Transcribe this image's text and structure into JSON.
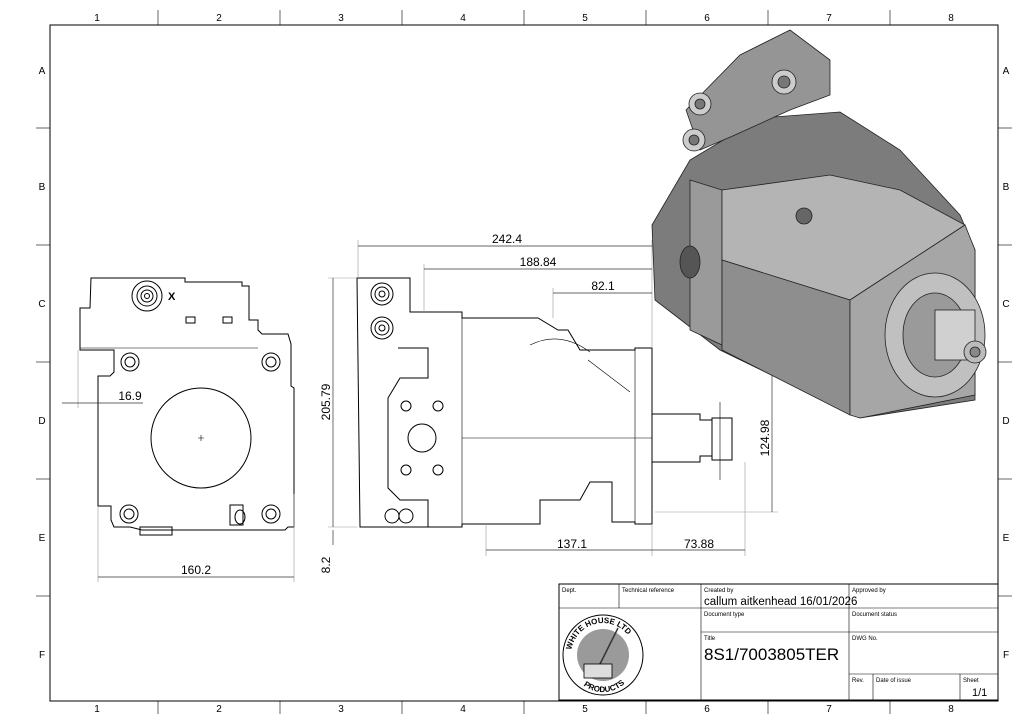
{
  "sheet": {
    "columns": [
      "1",
      "2",
      "3",
      "4",
      "5",
      "6",
      "7",
      "8"
    ],
    "rows": [
      "A",
      "B",
      "C",
      "D",
      "E",
      "F"
    ]
  },
  "dimensions": {
    "d_242_4": "242.4",
    "d_188_84": "188.84",
    "d_82_1": "82.1",
    "d_205_79": "205.79",
    "d_8_2": "8.2",
    "d_124_98": "124.98",
    "d_137_1": "137.1",
    "d_73_88": "73.88",
    "d_16_9": "16.9",
    "d_160_2": "160.2"
  },
  "port_label": "X",
  "title_block": {
    "dept_label": "Dept.",
    "tech_ref_label": "Technical reference",
    "created_by_label": "Created by",
    "created_by_value": "callum aitkenhead 16/01/2026",
    "approved_by_label": "Approved by",
    "doc_type_label": "Document type",
    "doc_status_label": "Document status",
    "title_label": "Title",
    "title_value": "8S1/7003805TER",
    "dwg_no_label": "DWG No.",
    "rev_label": "Rev.",
    "date_issue_label": "Date of issue",
    "sheet_label": "Sheet",
    "sheet_value": "1/1",
    "logo_text": "WHITE HOUSE PRODUCTS LTD"
  },
  "colors": {
    "render_body": "#8a8a8a",
    "render_dark": "#5a5a5a",
    "render_light": "#c8c8c8"
  }
}
